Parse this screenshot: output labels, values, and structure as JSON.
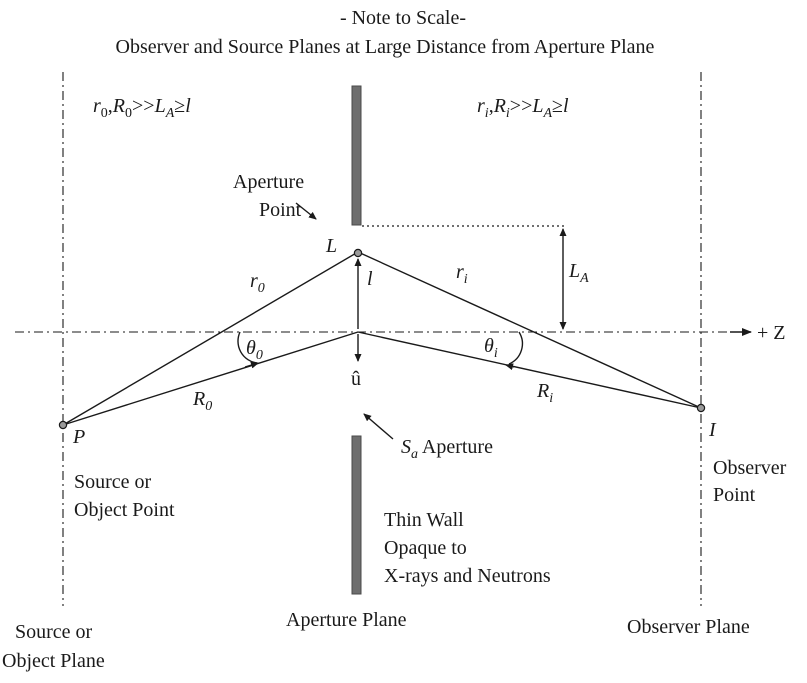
{
  "header": {
    "note": "- Note to Scale-",
    "subtitle": "Observer and Source Planes at Large Distance from Aperture Plane"
  },
  "conditions": {
    "left": {
      "r": "r",
      "r_sub": "0",
      "R": "R",
      "R_sub": "0",
      "op": ">>",
      "LA": "L",
      "LA_sub": "A",
      "rel": "≥",
      "l": "l"
    },
    "right": {
      "r": "r",
      "r_sub": "i",
      "R": "R",
      "R_sub": "i",
      "op": ">>",
      "LA": "L",
      "LA_sub": "A",
      "rel": "≥",
      "l": "l"
    }
  },
  "labels": {
    "aperture_point_line1": "Aperture",
    "aperture_point_line2": "Point",
    "L": "L",
    "l": "l",
    "r0": "r",
    "r0_sub": "0",
    "ri": "r",
    "ri_sub": "i",
    "LA": "L",
    "LA_sub": "A",
    "theta0": "θ",
    "theta0_sub": "0",
    "thetai": "θ",
    "thetai_sub": "i",
    "R0": "R",
    "R0_sub": "0",
    "Ri": "R",
    "Ri_sub": "i",
    "u_hat": "û",
    "z_axis": "+ Z",
    "P": "P",
    "I": "I",
    "Sa": "S",
    "Sa_sub": "a",
    "Sa_text": " Aperture",
    "source_point_line1": "Source or",
    "source_point_line2": "Object Point",
    "observer_point_line1": "Observer",
    "observer_point_line2": "Point",
    "wall_line1": "Thin Wall",
    "wall_line2": "Opaque to",
    "wall_line3": "X-rays and Neutrons",
    "source_plane_line1": "Source or",
    "source_plane_line2": "Object Plane",
    "aperture_plane": "Aperture Plane",
    "observer_plane": "Observer Plane"
  }
}
